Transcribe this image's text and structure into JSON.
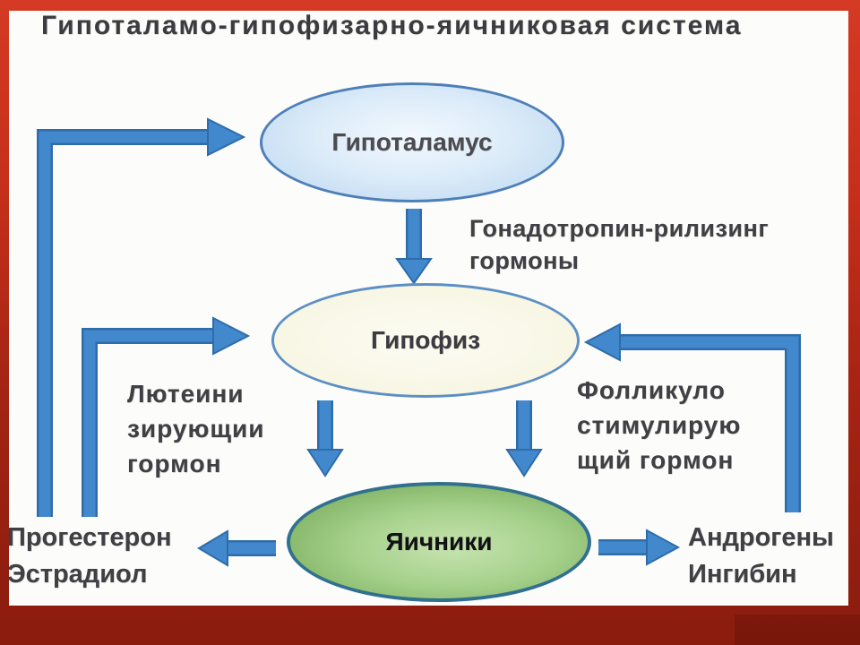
{
  "slide": {
    "title": "Гипоталамо-гипофизарно-яичниковая система"
  },
  "diagram": {
    "nodes": {
      "hypothalamus": {
        "label": "Гипоталамус"
      },
      "pituitary": {
        "label": "Гипофиз"
      },
      "ovaries": {
        "label": "Яичники"
      }
    },
    "hormone_labels": {
      "gnrh": {
        "line1": "Гонадотропин-рилизинг",
        "line2": "гормоны"
      },
      "lh": {
        "line1": "Лютеини",
        "line2": "зирующии",
        "line3": "гормон"
      },
      "fsh": {
        "line1": "Фолликуло",
        "line2": "стимулирую",
        "line3": "щий гормон"
      },
      "ovarian_left": {
        "line1": "Прогестерон",
        "line2": "Эстрадиол"
      },
      "ovarian_right": {
        "line1": "Андрогены",
        "line2": "Ингибин"
      }
    },
    "edges": [
      {
        "from": "hypothalamus",
        "to": "pituitary"
      },
      {
        "from": "pituitary",
        "to": "ovaries"
      },
      {
        "from": "pituitary",
        "to": "ovaries"
      },
      {
        "from": "ovaries",
        "to": "hypothalamus"
      },
      {
        "from": "ovaries",
        "to": "pituitary"
      },
      {
        "from": "ovaries",
        "to": "pituitary"
      },
      {
        "from": "ovaries",
        "to": "ovarian_left"
      },
      {
        "from": "ovaries",
        "to": "ovarian_right"
      }
    ],
    "colors": {
      "frame_top": "#d43a24",
      "frame_bottom": "#8a1c0e",
      "arrow": "#4189cc",
      "arrow_outline": "#2e6cab",
      "hypothalamus_fill": "#cfe3f7",
      "hypothalamus_border": "#4f7fb8",
      "pituitary_fill": "#f8f7e6",
      "pituitary_border": "#5c8fc4",
      "ovary_fill": "#8fbf6e",
      "ovary_border": "#32708f",
      "text": "#3f3f44"
    }
  }
}
